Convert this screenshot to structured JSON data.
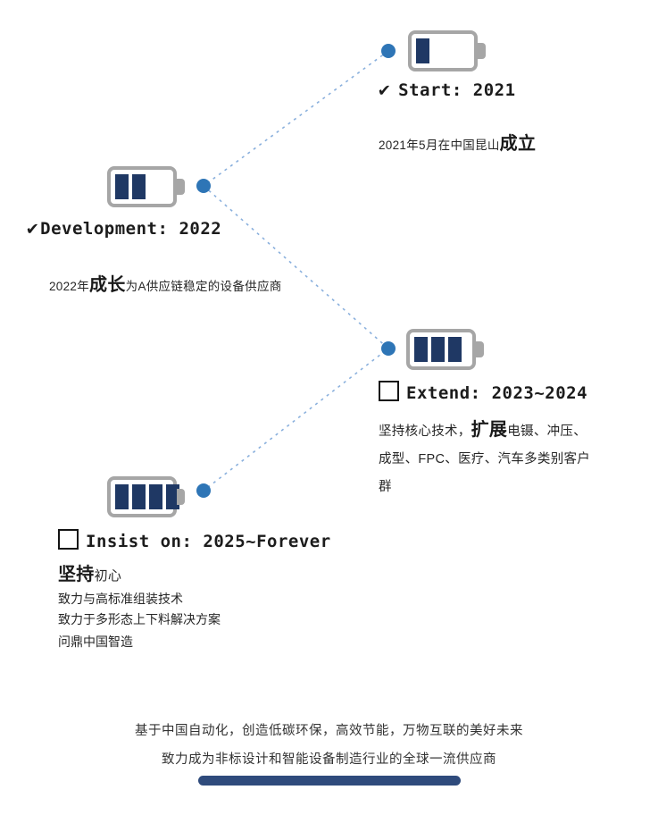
{
  "timeline": {
    "milestones": [
      {
        "check_glyph": "✔",
        "title": "Start:",
        "period": "2021",
        "battery_level": 1,
        "desc_prefix": "2021年5月在中国昆山",
        "desc_emphasis": "成立",
        "desc_suffix": ""
      },
      {
        "check_glyph": "✔",
        "title": "Development:",
        "period": "2022",
        "battery_level": 2,
        "desc_prefix": "2022年",
        "desc_emphasis": "成长",
        "desc_suffix": "为A供应链稳定的设备供应商"
      },
      {
        "title": "Extend:",
        "period": "2023~2024",
        "battery_level": 3,
        "desc_prefix": "坚持核心技术，",
        "desc_emphasis": "扩展",
        "desc_suffix": "电镊、冲压、成型、FPC、医疗、汽车多类别客户群"
      },
      {
        "title": "Insist on:",
        "period": "2025~Forever",
        "battery_level": 4,
        "desc_emphasis": "坚持",
        "desc_suffix": "初心",
        "lines": [
          "致力与高标准组装技术",
          "致力于多形态上下料解决方案",
          "问鼎中国智造"
        ]
      }
    ]
  },
  "footer": {
    "line1": "基于中国自动化，创造低碳环保，高效节能，万物互联的美好未来",
    "line2": "致力成为非标设计和智能设备制造行业的全球一流供应商"
  },
  "colors": {
    "dot": "#2e75b6",
    "connector": "#8ab0dd",
    "battery_outline": "#a6a6a6",
    "battery_fill": "#1f3864",
    "footer_bar": "#2f4b7c"
  }
}
